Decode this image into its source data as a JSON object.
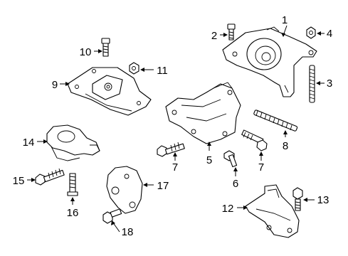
{
  "diagram": {
    "callouts": [
      {
        "id": "1",
        "label": "1"
      },
      {
        "id": "2",
        "label": "2"
      },
      {
        "id": "3",
        "label": "3"
      },
      {
        "id": "4",
        "label": "4"
      },
      {
        "id": "5",
        "label": "5"
      },
      {
        "id": "6",
        "label": "6"
      },
      {
        "id": "7a",
        "label": "7"
      },
      {
        "id": "7b",
        "label": "7"
      },
      {
        "id": "8",
        "label": "8"
      },
      {
        "id": "9",
        "label": "9"
      },
      {
        "id": "10",
        "label": "10"
      },
      {
        "id": "11",
        "label": "11"
      },
      {
        "id": "12",
        "label": "12"
      },
      {
        "id": "13",
        "label": "13"
      },
      {
        "id": "14",
        "label": "14"
      },
      {
        "id": "15",
        "label": "15"
      },
      {
        "id": "16",
        "label": "16"
      },
      {
        "id": "17",
        "label": "17"
      },
      {
        "id": "18",
        "label": "18"
      }
    ]
  }
}
